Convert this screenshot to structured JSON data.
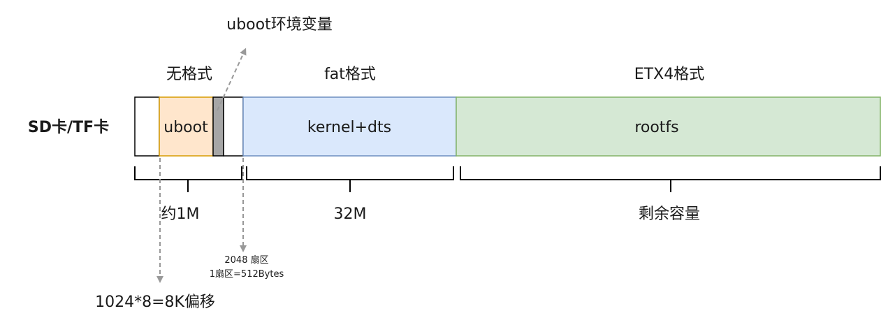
{
  "device_label": "SD卡/TF卡",
  "sections": {
    "raw": "无格式",
    "fat": "fat格式",
    "ext": "ETX4格式"
  },
  "blocks": {
    "uboot": "uboot",
    "kernel": "kernel+dts",
    "rootfs": "rootfs"
  },
  "sizes": {
    "raw": "约1M",
    "fat": "32M",
    "ext": "剩余容量"
  },
  "annotations": {
    "uboot_env": "uboot环境变量",
    "sector_count": "2048 扇区",
    "sector_size": "1扇区=512Bytes",
    "uboot_offset": "1024*8=8K偏移"
  },
  "colors": {
    "uboot_fill": "#ffe6cc",
    "uboot_stroke": "#d79b00",
    "env_fill": "#a6a6a6",
    "fat_fill": "#dae8fc",
    "fat_stroke": "#6c8ebf",
    "ext_fill": "#d5e8d4",
    "ext_stroke": "#82b366",
    "arrow": "#999999"
  }
}
